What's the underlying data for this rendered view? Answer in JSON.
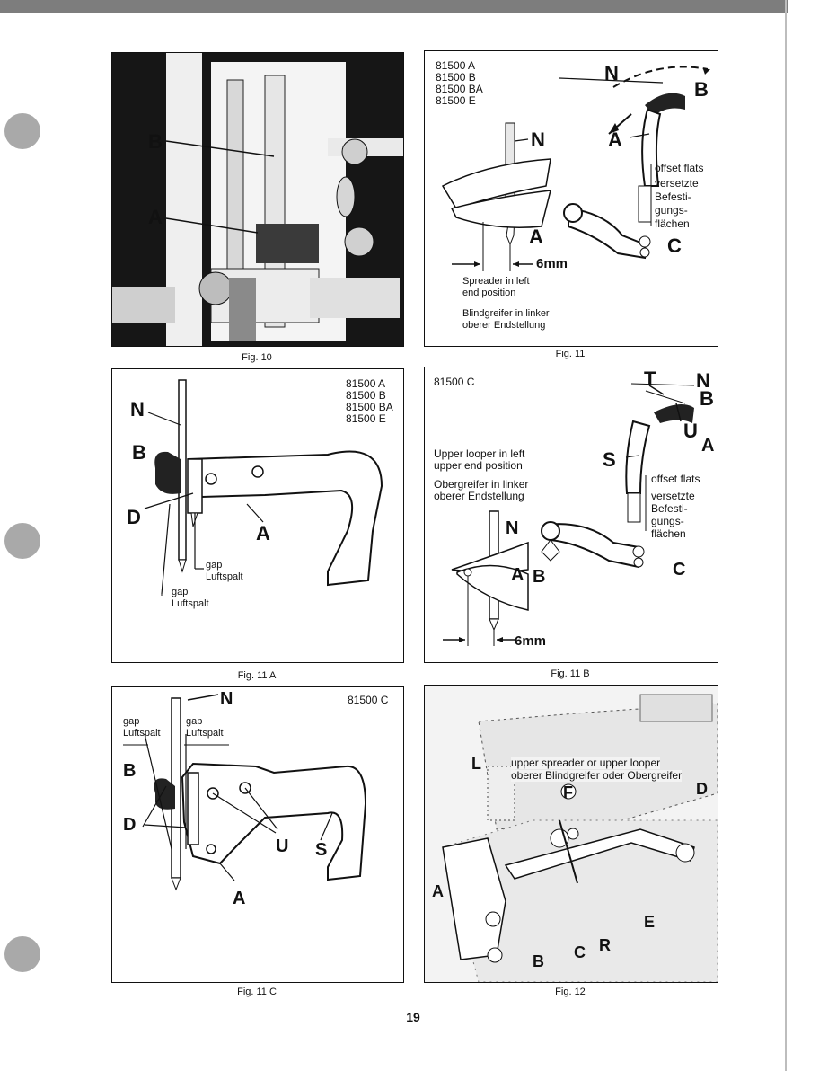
{
  "page": {
    "number": "19"
  },
  "fig10": {
    "caption": "Fig. 10",
    "labels": {
      "B": "B",
      "A": "A"
    }
  },
  "fig11": {
    "caption": "Fig. 11",
    "models": [
      "81500 A",
      "81500 B",
      "81500 BA",
      "81500 E"
    ],
    "labels": {
      "N_top": "N",
      "B": "B",
      "A_right": "A",
      "N_needle": "N",
      "A_spreader": "A",
      "C": "C"
    },
    "dimension": "6mm",
    "offset_en": "offset flats",
    "offset_de": [
      "versetzte",
      "Befesti-",
      "gungs-",
      "flächen"
    ],
    "note_en": [
      "Spreader in left",
      "end position"
    ],
    "note_de": [
      "Blindgreifer in linker",
      "oberer Endstellung"
    ]
  },
  "fig11a": {
    "caption": "Fig. 11 A",
    "models": [
      "81500 A",
      "81500 B",
      "81500 BA",
      "81500 E"
    ],
    "labels": {
      "N": "N",
      "B": "B",
      "D": "D",
      "A": "A"
    },
    "gap1": [
      "gap",
      "Luftspalt"
    ],
    "gap2": [
      "gap",
      "Luftspalt"
    ]
  },
  "fig11b": {
    "caption": "Fig. 11 B",
    "model": "81500 C",
    "labels": {
      "T": "T",
      "N": "N",
      "B": "B",
      "S": "S",
      "U": "U",
      "A": "A",
      "N2": "N",
      "A2": "A",
      "B2": "B",
      "C": "C"
    },
    "note_en": [
      "Upper looper in left",
      "upper end position"
    ],
    "note_de": [
      "Obergreifer in linker",
      "oberer Endstellung"
    ],
    "offset_en": "offset flats",
    "offset_de": [
      "versetzte",
      "Befesti-",
      "gungs-",
      "flächen"
    ],
    "dimension": "6mm"
  },
  "fig11c": {
    "caption": "Fig. 11 C",
    "model": "81500 C",
    "labels": {
      "N": "N",
      "B": "B",
      "D": "D",
      "U": "U",
      "S": "S",
      "A": "A"
    },
    "gap1": [
      "gap",
      "Luftspalt"
    ],
    "gap2": [
      "gap",
      "Luftspalt"
    ]
  },
  "fig12": {
    "caption": "Fig. 12",
    "callout_en": "upper spreader or upper looper",
    "callout_de": "oberer Blindgreifer oder Obergreifer",
    "labels": {
      "L": "L",
      "F": "F",
      "D": "D",
      "A": "A",
      "E": "E",
      "B": "B",
      "C": "C",
      "R": "R"
    }
  }
}
